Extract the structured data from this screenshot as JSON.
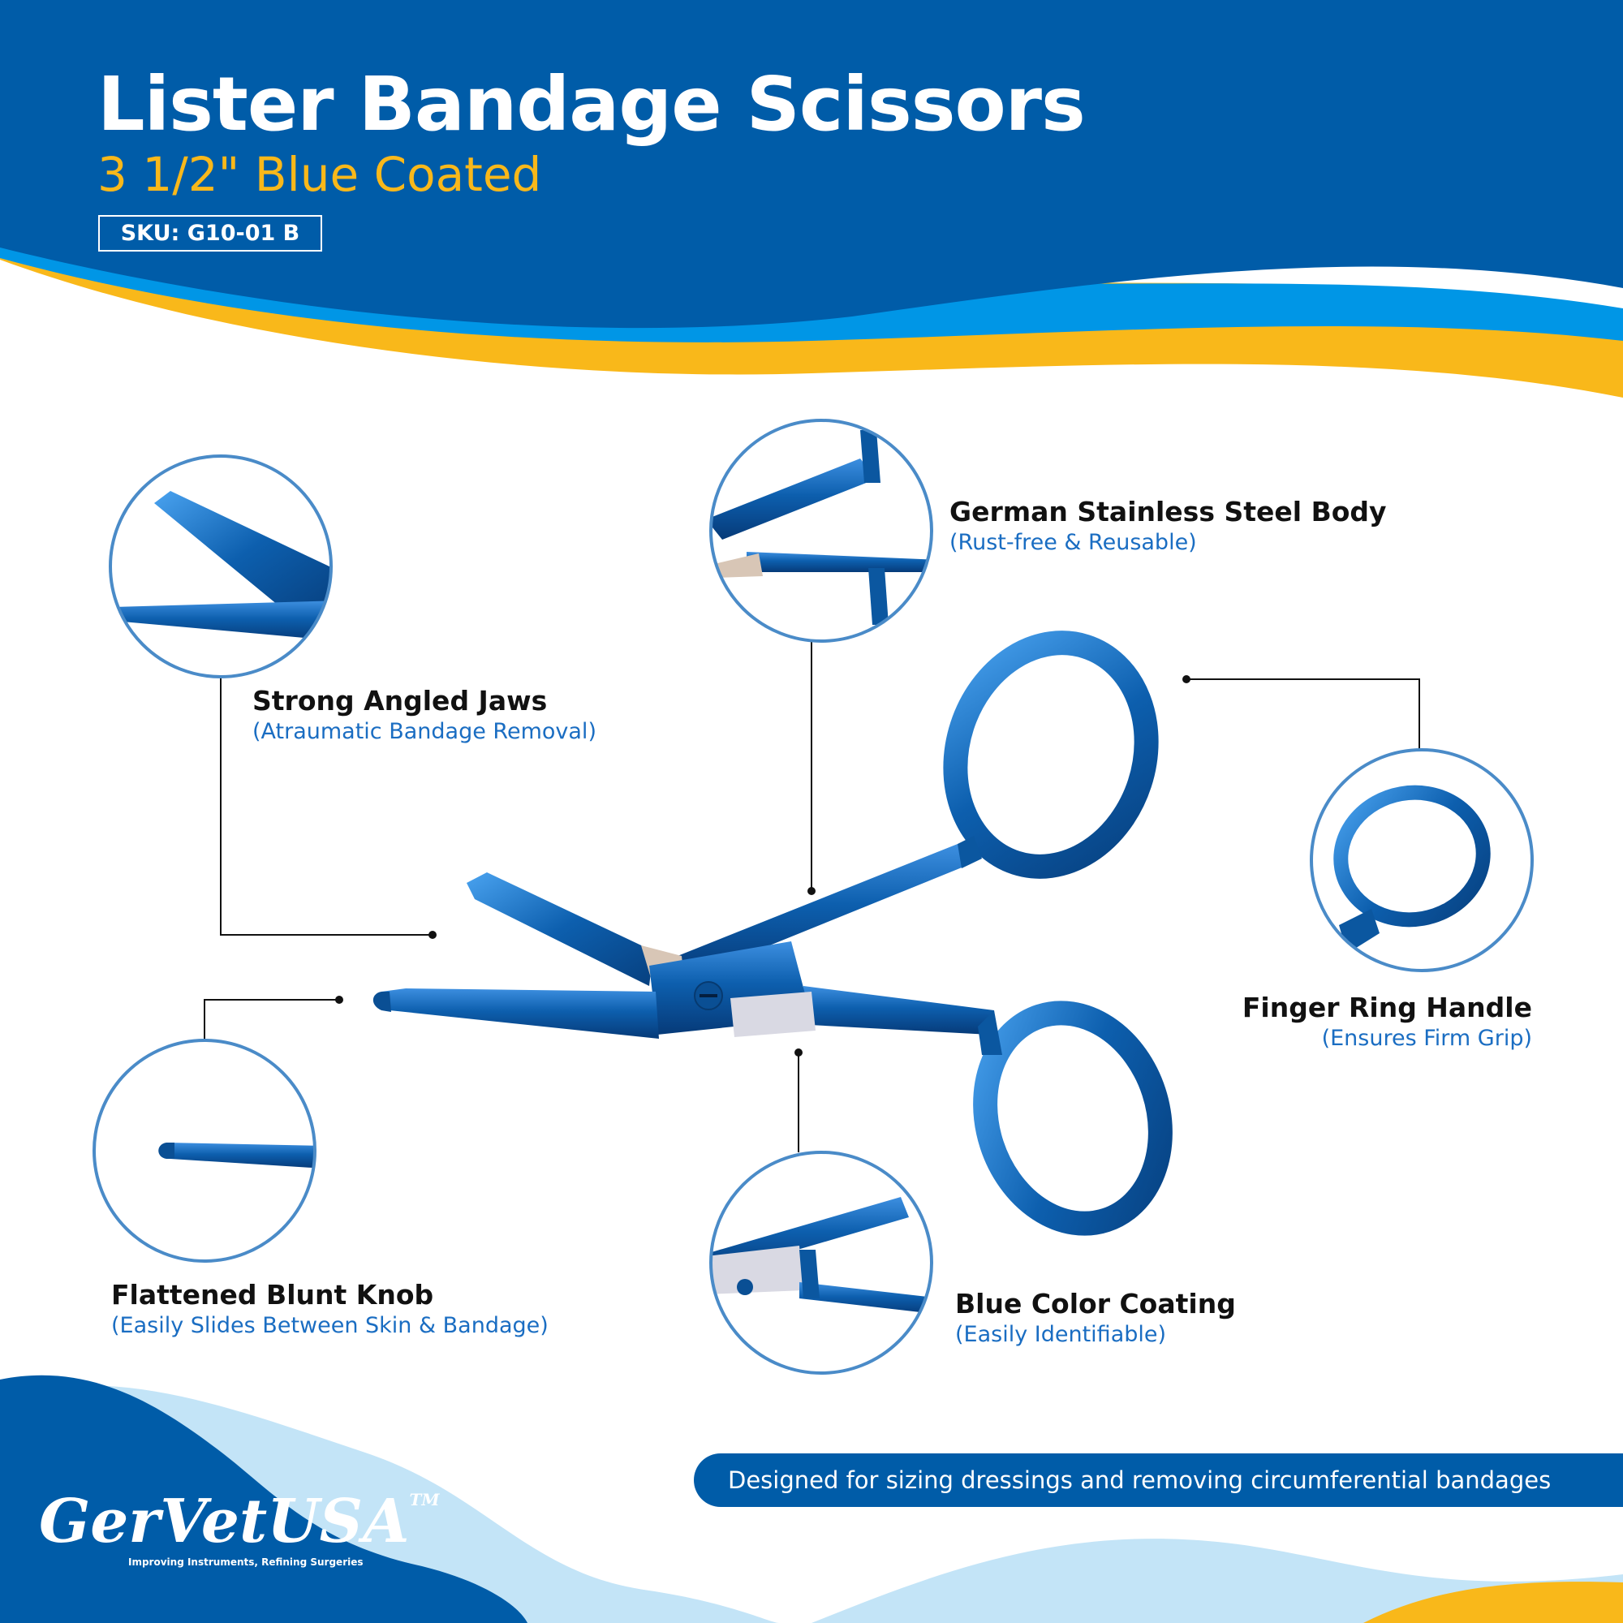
{
  "header": {
    "title": "Lister Bandage Scissors",
    "subtitle": "3 1/2\" Blue Coated",
    "sku": "SKU: G10-01 B"
  },
  "features": [
    {
      "title": "Strong Angled Jaws",
      "subtitle": "(Atraumatic Bandage Removal)"
    },
    {
      "title": "German Stainless Steel Body",
      "subtitle": "(Rust-free & Reusable)"
    },
    {
      "title": "Finger Ring Handle",
      "subtitle": "(Ensures Firm Grip)"
    },
    {
      "title": "Flattened Blunt Knob",
      "subtitle": "(Easily Slides Between Skin & Bandage)"
    },
    {
      "title": "Blue Color Coating",
      "subtitle": "(Easily Identifiable)"
    }
  ],
  "footer": {
    "banner": "Designed for sizing dressings and removing circumferential bandages",
    "brand": "GerVetUSA",
    "trademark": "TM",
    "tagline": "Improving Instruments, Refining Surgeries"
  },
  "colors": {
    "primary_blue": "#005ca8",
    "light_blue": "#0096e6",
    "accent_yellow": "#f9b81a",
    "pale_blue": "#c3e4f7",
    "instrument_blue": "#0d5fae"
  },
  "icons": [
    "scissors-image",
    "callout-circle",
    "brand-logo"
  ]
}
